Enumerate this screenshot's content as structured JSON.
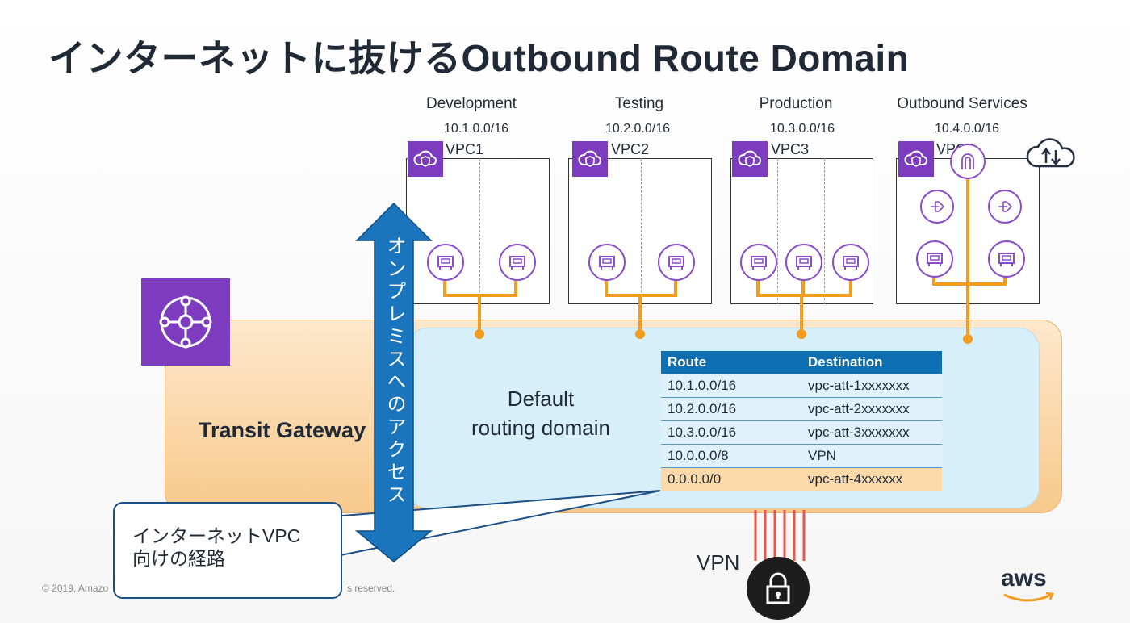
{
  "title": "インターネットに抜けるOutbound Route Domain",
  "vpcs": [
    {
      "name": "Development",
      "cidr": "10.1.0.0/16",
      "label": "VPC1"
    },
    {
      "name": "Testing",
      "cidr": "10.2.0.0/16",
      "label": "VPC2"
    },
    {
      "name": "Production",
      "cidr": "10.3.0.0/16",
      "label": "VPC3"
    },
    {
      "name": "Outbound Services",
      "cidr": "10.4.0.0/16",
      "label": "VPC4"
    }
  ],
  "tgw_label": "Transit Gateway",
  "domain_label": "Default\nrouting domain",
  "arrow_label": "オンプレミスへのアクセス",
  "route_table": {
    "headers": [
      "Route",
      "Destination"
    ],
    "rows": [
      {
        "route": "10.1.0.0/16",
        "dest": "vpc-att-1xxxxxxx"
      },
      {
        "route": "10.2.0.0/16",
        "dest": "vpc-att-2xxxxxxx"
      },
      {
        "route": "10.3.0.0/16",
        "dest": "vpc-att-3xxxxxxx"
      },
      {
        "route": "10.0.0.0/8",
        "dest": "VPN"
      },
      {
        "route": "0.0.0.0/0",
        "dest": "vpc-att-4xxxxxx",
        "highlight": true
      }
    ]
  },
  "vpn_label": "VPN",
  "callout_text": "インターネットVPC\n向けの経路",
  "copyright_left": "© 2019, Amazo",
  "copyright_right": "s reserved.",
  "brand": "aws",
  "colors": {
    "vpc_badge": "#7d3bbf",
    "connector": "#f39c1e",
    "arrow": "#1b75bc",
    "table_header": "#0f6fb3"
  }
}
